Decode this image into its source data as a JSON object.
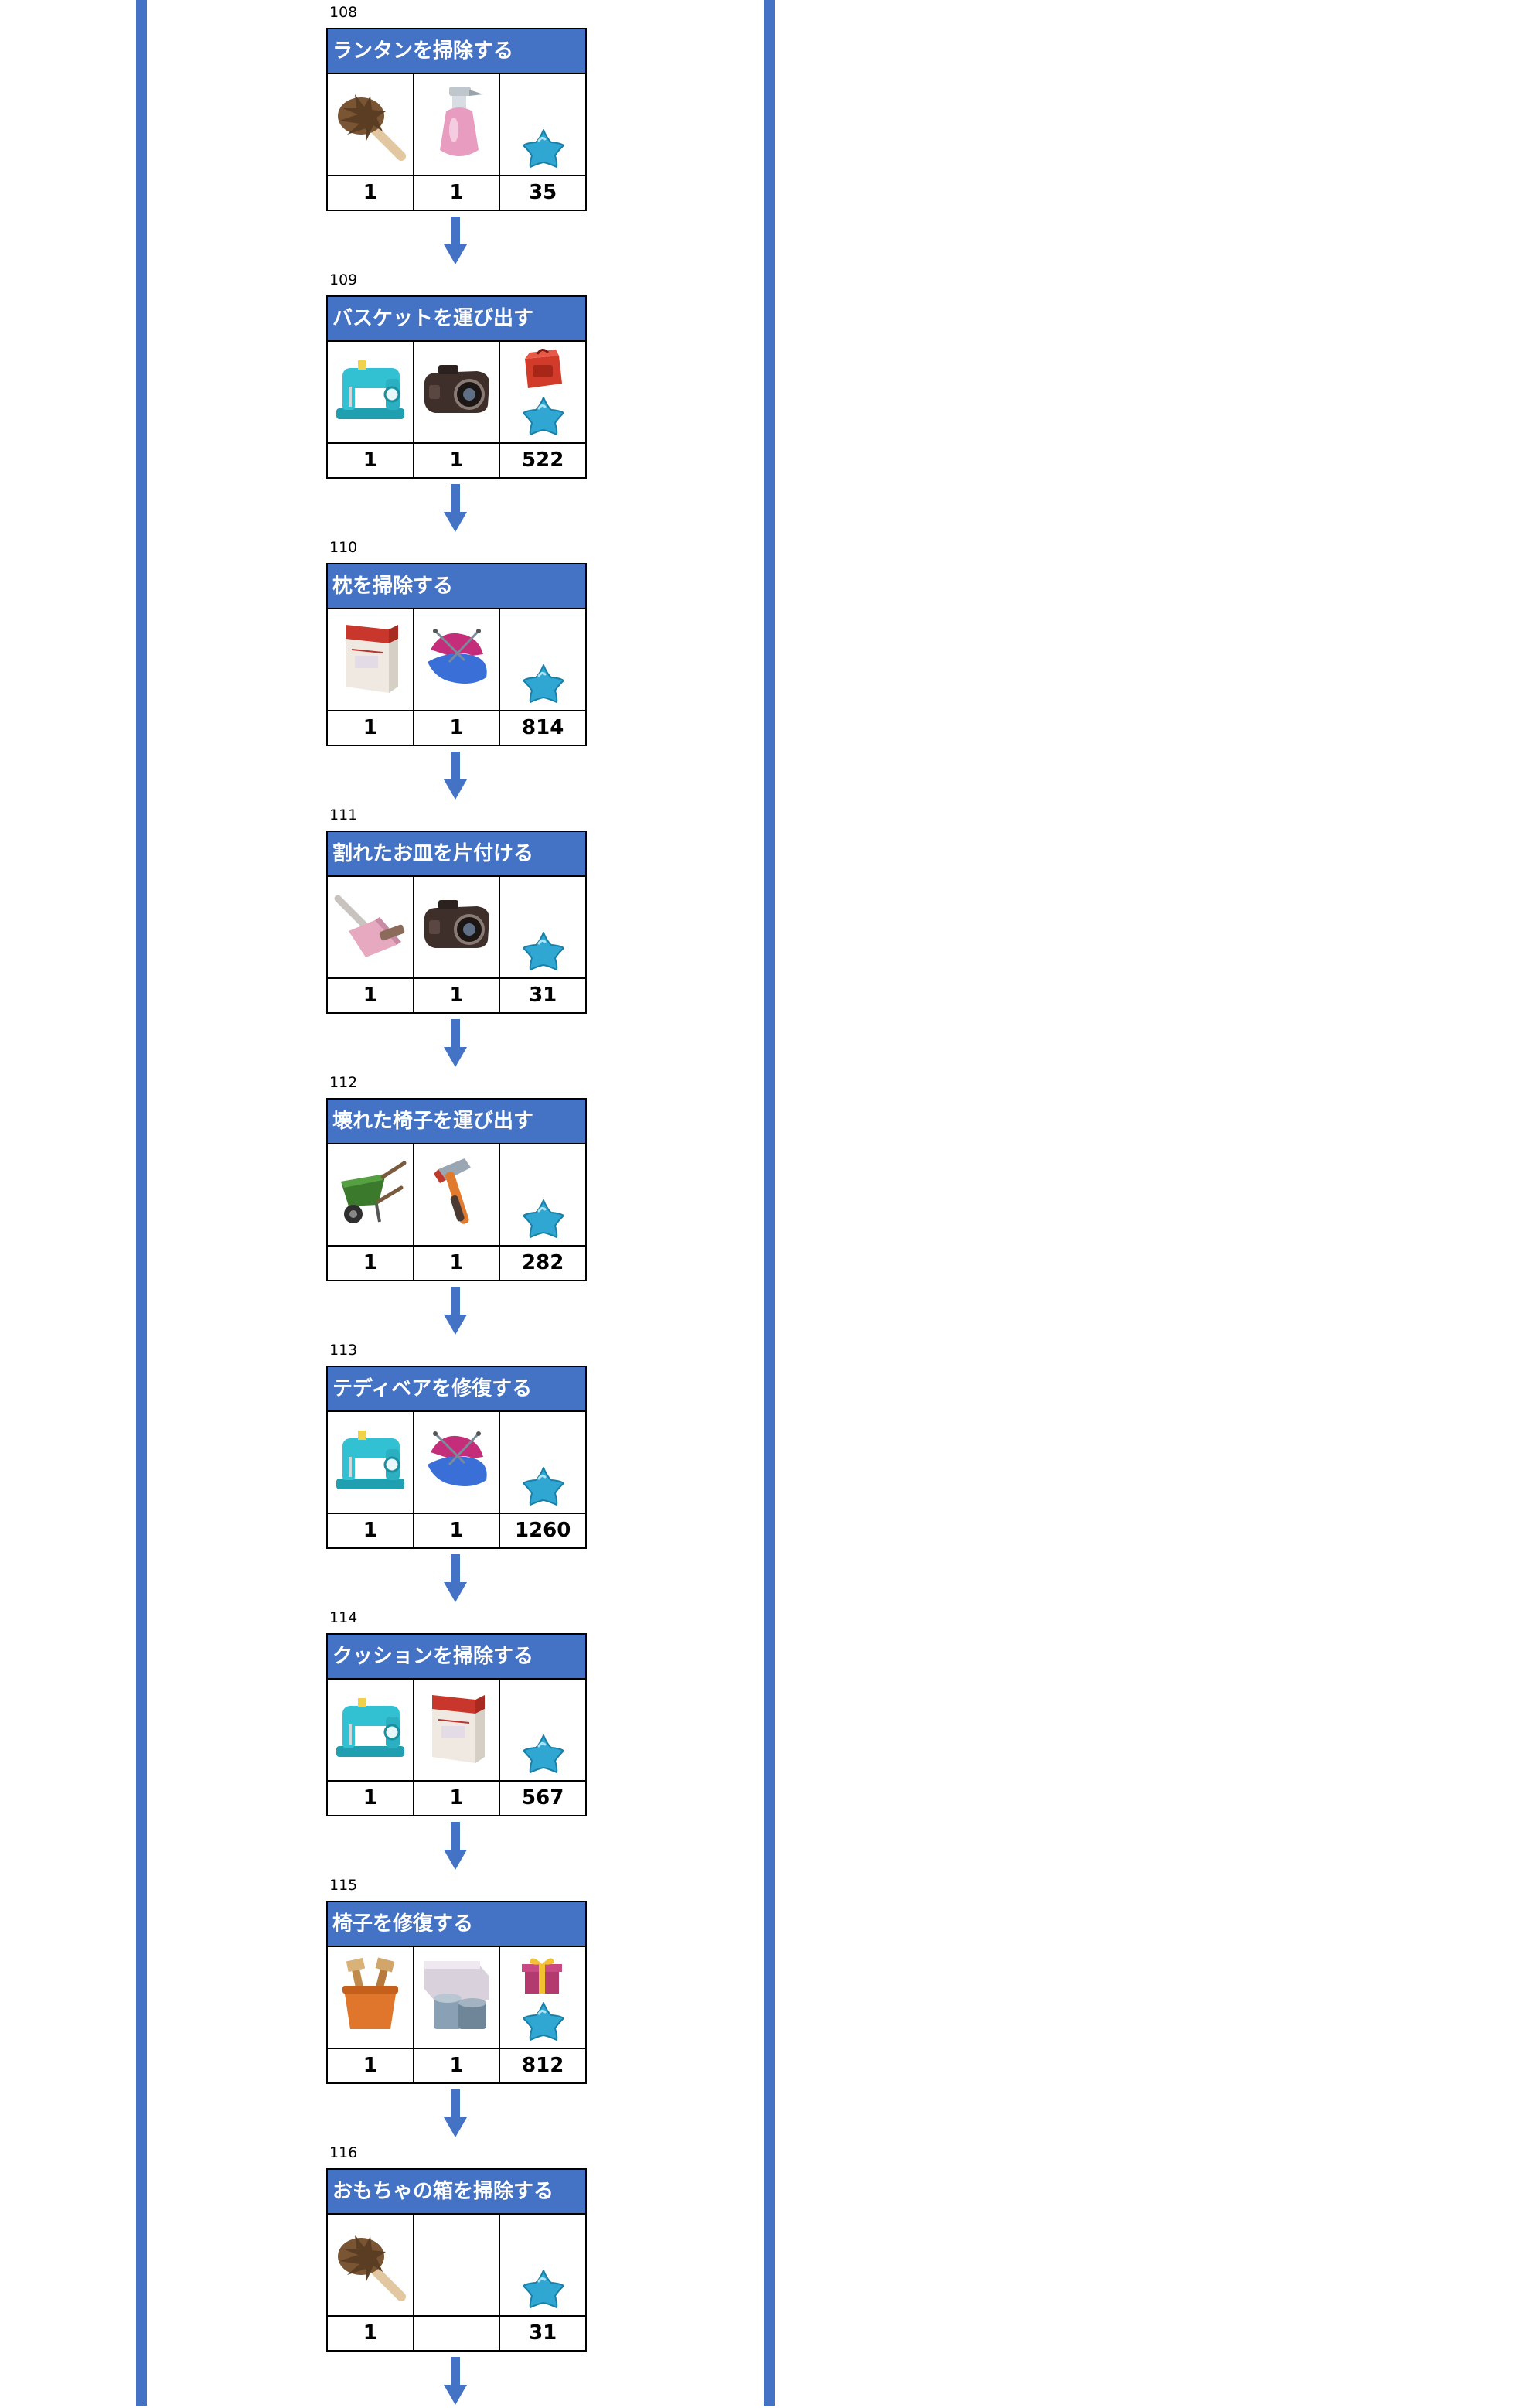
{
  "colors": {
    "accent_blue": "#4472c4",
    "star_blue": "#2fa7d2"
  },
  "steps": [
    {
      "number": "108",
      "title": "ランタンを掃除する",
      "items": [
        "feather-duster-icon",
        "spray-bottle-icon"
      ],
      "reward_icons": [
        "star-icon"
      ],
      "counts": [
        "1",
        "1",
        "35"
      ]
    },
    {
      "number": "109",
      "title": "バスケットを運び出す",
      "items": [
        "sewing-machine-icon",
        "camera-icon"
      ],
      "reward_icons": [
        "red-bag-icon",
        "star-icon"
      ],
      "counts": [
        "1",
        "1",
        "522"
      ]
    },
    {
      "number": "110",
      "title": "枕を掃除する",
      "items": [
        "detergent-box-icon",
        "fabric-icon"
      ],
      "reward_icons": [
        "star-icon"
      ],
      "counts": [
        "1",
        "1",
        "814"
      ]
    },
    {
      "number": "111",
      "title": "割れたお皿を片付ける",
      "items": [
        "dustpan-icon",
        "camera-icon"
      ],
      "reward_icons": [
        "star-icon"
      ],
      "counts": [
        "1",
        "1",
        "31"
      ]
    },
    {
      "number": "112",
      "title": "壊れた椅子を運び出す",
      "items": [
        "wheelbarrow-icon",
        "hammer-icon"
      ],
      "reward_icons": [
        "star-icon"
      ],
      "counts": [
        "1",
        "1",
        "282"
      ]
    },
    {
      "number": "113",
      "title": "テディベアを修復する",
      "items": [
        "sewing-machine-icon",
        "fabric-icon"
      ],
      "reward_icons": [
        "star-icon"
      ],
      "counts": [
        "1",
        "1",
        "1260"
      ]
    },
    {
      "number": "114",
      "title": "クッションを掃除する",
      "items": [
        "sewing-machine-icon",
        "detergent-box-icon"
      ],
      "reward_icons": [
        "star-icon"
      ],
      "counts": [
        "1",
        "1",
        "567"
      ]
    },
    {
      "number": "115",
      "title": "椅子を修復する",
      "items": [
        "brush-bucket-icon",
        "paint-cans-icon"
      ],
      "reward_icons": [
        "gift-box-icon",
        "star-icon"
      ],
      "counts": [
        "1",
        "1",
        "812"
      ]
    },
    {
      "number": "116",
      "title": "おもちゃの箱を掃除する",
      "items": [
        "feather-duster-icon"
      ],
      "reward_icons": [
        "star-icon"
      ],
      "counts": [
        "1",
        "",
        "31"
      ]
    }
  ]
}
